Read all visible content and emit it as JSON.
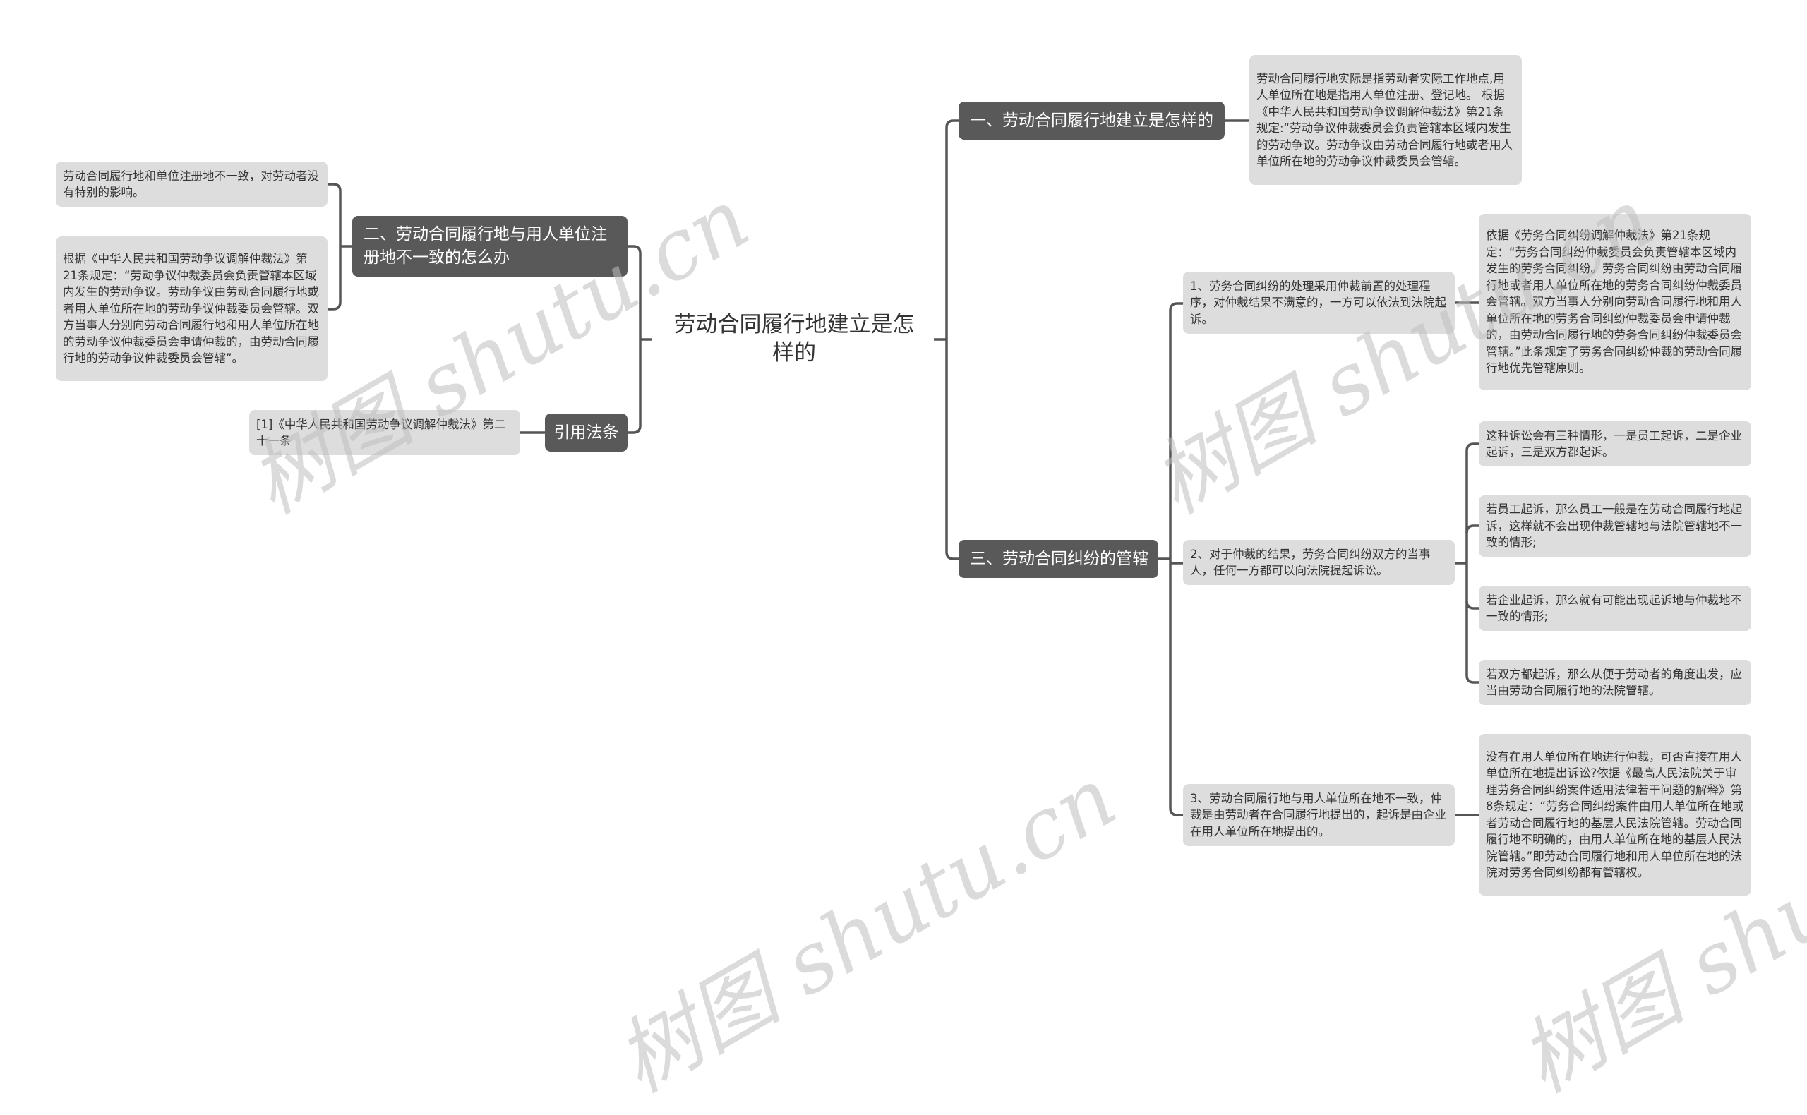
{
  "root": {
    "title": "劳动合同履行地建立是怎样的"
  },
  "branches": {
    "b1": {
      "label": "一、劳动合同履行地建立是怎样的",
      "leaf": "劳动合同履行地实际是指劳动者实际工作地点,用人单位所在地是指用人单位注册、登记地。 根据《中华人民共和国劳动争议调解仲裁法》第21条规定:“劳动争议仲裁委员会负责管辖本区域内发生的劳动争议。劳动争议由劳动合同履行地或者用人单位所在地的劳动争议仲裁委员会管辖。"
    },
    "b2": {
      "label": "二、劳动合同履行地与用人单位注册地不一致的怎么办",
      "leaves": [
        "劳动合同履行地和单位注册地不一致，对劳动者没有特别的影响。",
        "根据《中华人民共和国劳动争议调解仲裁法》第21条规定：“劳动争议仲裁委员会负责管辖本区域内发生的劳动争议。劳动争议由劳动合同履行地或者用人单位所在地的劳动争议仲裁委员会管辖。双方当事人分别向劳动合同履行地和用人单位所在地的劳动争议仲裁委员会申请仲裁的，由劳动合同履行地的劳动争议仲裁委员会管辖”。"
      ]
    },
    "b3": {
      "label": "三、劳动合同纠纷的管辖",
      "subs": [
        {
          "label": "1、劳务合同纠纷的处理采用仲裁前置的处理程序，对仲裁结果不满意的，一方可以依法到法院起诉。",
          "leaves": [
            "依据《劳务合同纠纷调解仲裁法》第21条规定：“劳务合同纠纷仲裁委员会负责管辖本区域内发生的劳务合同纠纷。劳务合同纠纷由劳动合同履行地或者用人单位所在地的劳务合同纠纷仲裁委员会管辖。双方当事人分别向劳动合同履行地和用人单位所在地的劳务合同纠纷仲裁委员会申请仲裁的，由劳动合同履行地的劳务合同纠纷仲裁委员会管辖。”此条规定了劳务合同纠纷仲裁的劳动合同履行地优先管辖原则。"
          ]
        },
        {
          "label": "2、对于仲裁的结果，劳务合同纠纷双方的当事人，任何一方都可以向法院提起诉讼。",
          "leaves": [
            "这种诉讼会有三种情形，一是员工起诉，二是企业起诉，三是双方都起诉。",
            "若员工起诉，那么员工一般是在劳动合同履行地起诉，这样就不会出现仲裁管辖地与法院管辖地不一致的情形;",
            "若企业起诉，那么就有可能出现起诉地与仲裁地不一致的情形;",
            "若双方都起诉，那么从便于劳动者的角度出发，应当由劳动合同履行地的法院管辖。"
          ]
        },
        {
          "label": "3、劳动合同履行地与用人单位所在地不一致，仲裁是由劳动者在合同履行地提出的，起诉是由企业在用人单位所在地提出的。",
          "leaves": [
            "没有在用人单位所在地进行仲裁，可否直接在用人单位所在地提出诉讼?依据《最高人民法院关于审理劳务合同纠纷案件适用法律若干问题的解释》第8条规定：“劳务合同纠纷案件由用人单位所在地或者劳动合同履行地的基层人民法院管辖。劳动合同履行地不明确的，由用人单位所在地的基层人民法院管辖。”即劳动合同履行地和用人单位所在地的法院对劳务合同纠纷都有管辖权。"
          ]
        }
      ]
    },
    "b4": {
      "label": "引用法条",
      "leaf": "[1]《中华人民共和国劳动争议调解仲裁法》第二十一条"
    }
  },
  "watermark": {
    "text": "树图 shutu.cn"
  },
  "colors": {
    "main_node_bg": "#595959",
    "leaf_bg": "#dddddd",
    "line": "#555555",
    "root_text": "#333333"
  }
}
